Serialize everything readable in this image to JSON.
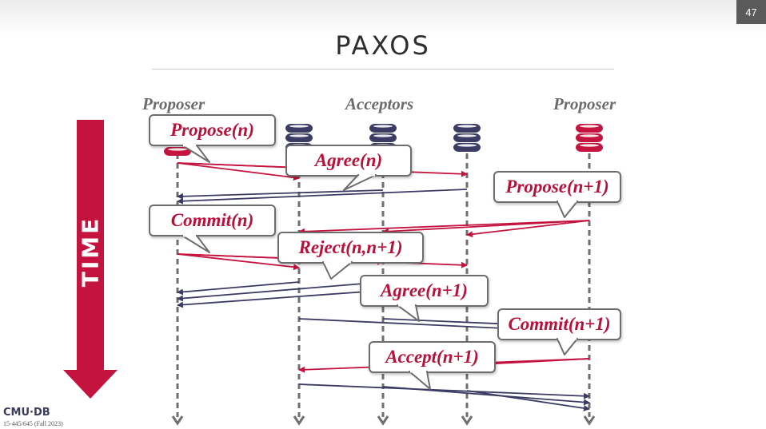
{
  "slide_number": "47",
  "title": "PAXOS",
  "roles": {
    "left": "Proposer",
    "middle": "Acceptors",
    "right": "Proposer"
  },
  "time_label": "TIME",
  "callouts": {
    "propose_n": "Propose(n)",
    "agree_n": "Agree(n)",
    "propose_n1": "Propose(n+1)",
    "commit_n": "Commit(n)",
    "reject": "Reject(n,n+1)",
    "agree_n1": "Agree(n+1)",
    "commit_n1": "Commit(n+1)",
    "accept_n1": "Accept(n+1)"
  },
  "footer": {
    "logo": "CMU·DB",
    "course": "15-445/645 (Fall 2023)"
  },
  "colors": {
    "proposer1": "#c4133e",
    "proposer2": "#c4133e",
    "acceptor": "#3b3b63",
    "time_arrow": "#c4133e"
  },
  "icons": {
    "node": "database-icon",
    "logo": "cmu-db-logo"
  }
}
